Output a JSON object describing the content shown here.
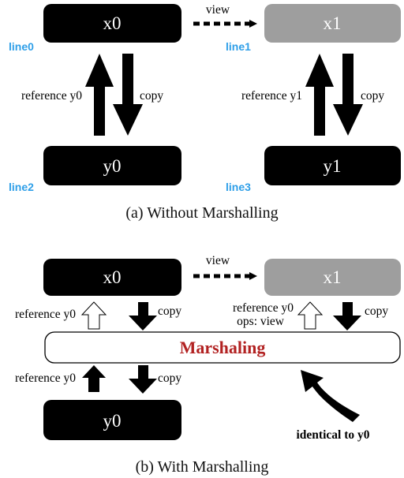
{
  "colors": {
    "node_dark": "#000000",
    "node_gray": "#9e9e9e",
    "line_tag": "#2f9fe8",
    "marshaling_text": "#b22222"
  },
  "part_a": {
    "caption": "(a)  Without Marshalling",
    "nodes": {
      "x0": "x0",
      "x1": "x1",
      "y0": "y0",
      "y1": "y1"
    },
    "lines": {
      "line0": "line0",
      "line1": "line1",
      "line2": "line2",
      "line3": "line3"
    },
    "labels": {
      "view": "view",
      "reference_left": "reference y0",
      "copy_left": "copy",
      "reference_right": "reference y1",
      "copy_right": "copy"
    }
  },
  "part_b": {
    "caption": "(b)  With Marshalling",
    "nodes": {
      "x0": "x0",
      "x1": "x1",
      "y0": "y0"
    },
    "marshaling": "Marshaling",
    "labels": {
      "view": "view",
      "reference_top_left": "reference y0",
      "copy_top_left": "copy",
      "reference_top_right": "reference y0",
      "ops_view": "ops: view",
      "copy_top_right": "copy",
      "reference_bottom_left": "reference y0",
      "copy_bottom_left": "copy",
      "identical_note": "identical to y0"
    }
  }
}
